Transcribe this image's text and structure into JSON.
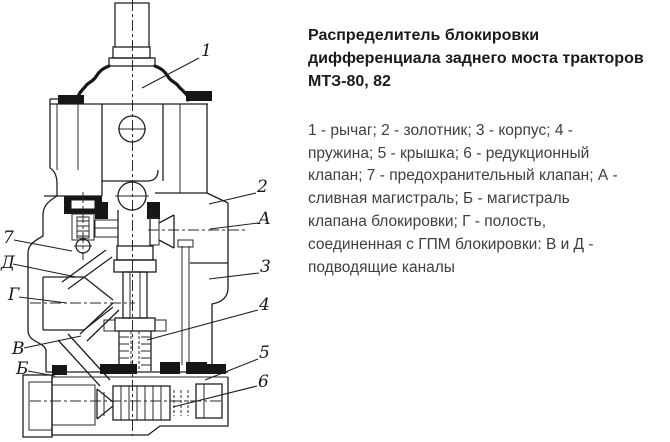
{
  "page": {
    "background": "#ffffff",
    "line_color": "#1f1f1f"
  },
  "text_panel": {
    "title": "Распределитель блокировки\nдифференциала заднего моста тракторов\nМТЗ-80, 82",
    "title_color": "#1a1a1a",
    "legend": "1 - рычаг; 2 - золотник; 3 - корпус; 4 -\nпружина; 5 - крышка; 6 - редукционный\nклапан; 7 - предохранительный клапан; А -\nсливная магистраль; Б - магистраль\nклапана блокировки; Г - полость,\nсоединенная с ГПМ блокировки: В и Д -\nподводящие каналы",
    "legend_color": "#3f3f3f"
  },
  "diagram": {
    "description": "Cross-section drawing of the differential lock distributor valve",
    "callouts": [
      {
        "label": "1"
      },
      {
        "label": "2"
      },
      {
        "label": "А"
      },
      {
        "label": "3"
      },
      {
        "label": "4"
      },
      {
        "label": "5"
      },
      {
        "label": "6"
      },
      {
        "label": "7"
      },
      {
        "label": "Д"
      },
      {
        "label": "Г"
      },
      {
        "label": "В"
      },
      {
        "label": "Б"
      }
    ]
  }
}
